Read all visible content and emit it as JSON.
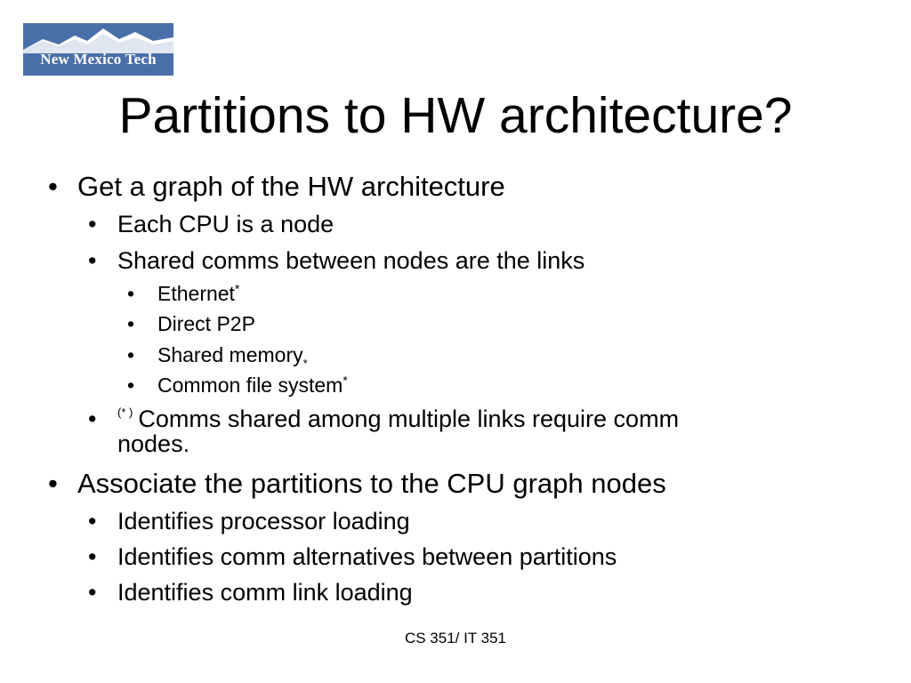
{
  "logo": {
    "text": "New Mexico Tech",
    "background": "#4a6fa8"
  },
  "slide": {
    "title": "Partitions to HW architecture?",
    "bullet_glyph": "•",
    "items": [
      {
        "level": 1,
        "text": "Get a graph of the HW architecture"
      },
      {
        "level": 2,
        "text": "Each CPU is a node"
      },
      {
        "level": 2,
        "text": "Shared comms between nodes are the links"
      },
      {
        "level": 3,
        "text": "Ethernet",
        "mark": "*"
      },
      {
        "level": 3,
        "text": "Direct P2P"
      },
      {
        "level": 3,
        "text": "Shared memory",
        "mark": "*"
      },
      {
        "level": 3,
        "text": "Common file system",
        "mark": "*"
      },
      {
        "level": 2,
        "prefix": "(* )",
        "text": "Comms shared among multiple links require comm",
        "continuation": "nodes."
      },
      {
        "level": 1,
        "text": "Associate the partitions to the CPU graph nodes"
      },
      {
        "level": 2,
        "text": "Identifies processor loading"
      },
      {
        "level": 2,
        "text": "Identifies comm alternatives between partitions"
      },
      {
        "level": 2,
        "text": "Identifies comm link loading"
      }
    ]
  },
  "footer": {
    "text": "CS 351/ IT 351"
  }
}
